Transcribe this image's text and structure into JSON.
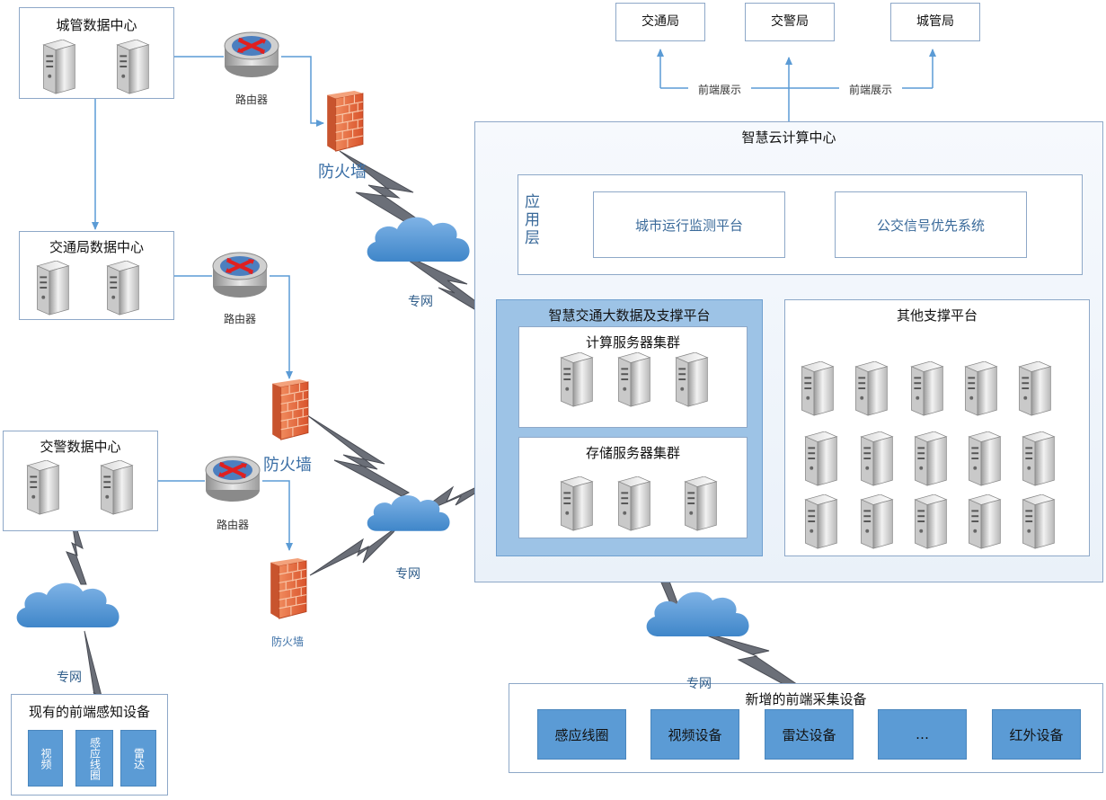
{
  "agencies": [
    {
      "id": "jtj",
      "label": "交通局"
    },
    {
      "id": "jjj",
      "label": "交警局"
    },
    {
      "id": "cgj",
      "label": "城管局"
    }
  ],
  "front_display": [
    "前端展示",
    "前端展示"
  ],
  "cloud_center": {
    "title": "智慧云计算中心",
    "app_layer": {
      "label": "应用层",
      "platforms": [
        "城市运行监测平台",
        "公交信号优先系统"
      ]
    },
    "bigdata": {
      "title": "智慧交通大数据及支撑平台",
      "compute": "计算服务器集群",
      "storage": "存储服务器集群"
    },
    "other": {
      "title": "其他支撑平台"
    }
  },
  "data_centers": [
    {
      "id": "cg",
      "title": "城管数据中心"
    },
    {
      "id": "jt",
      "title": "交通局数据中心"
    },
    {
      "id": "jj",
      "title": "交警数据中心"
    }
  ],
  "router_label": "路由器",
  "firewall_label": "防火墙",
  "private_net_label": "专网",
  "existing_devices": {
    "title": "现有的前端感知设备",
    "items": [
      "视频",
      "感应线圈",
      "雷达"
    ]
  },
  "new_devices": {
    "title": "新增的前端采集设备",
    "items": [
      "感应线圈",
      "视频设备",
      "雷达设备",
      "…",
      "红外设备"
    ]
  },
  "colors": {
    "device_blue": "#5b9bd5",
    "bigdata_blue": "#9dc3e6",
    "line_blue": "#5b9bd5",
    "firewall_orange": "#e8663a",
    "router_red": "#c0392b",
    "bolt_gray": "#6b6f78"
  }
}
